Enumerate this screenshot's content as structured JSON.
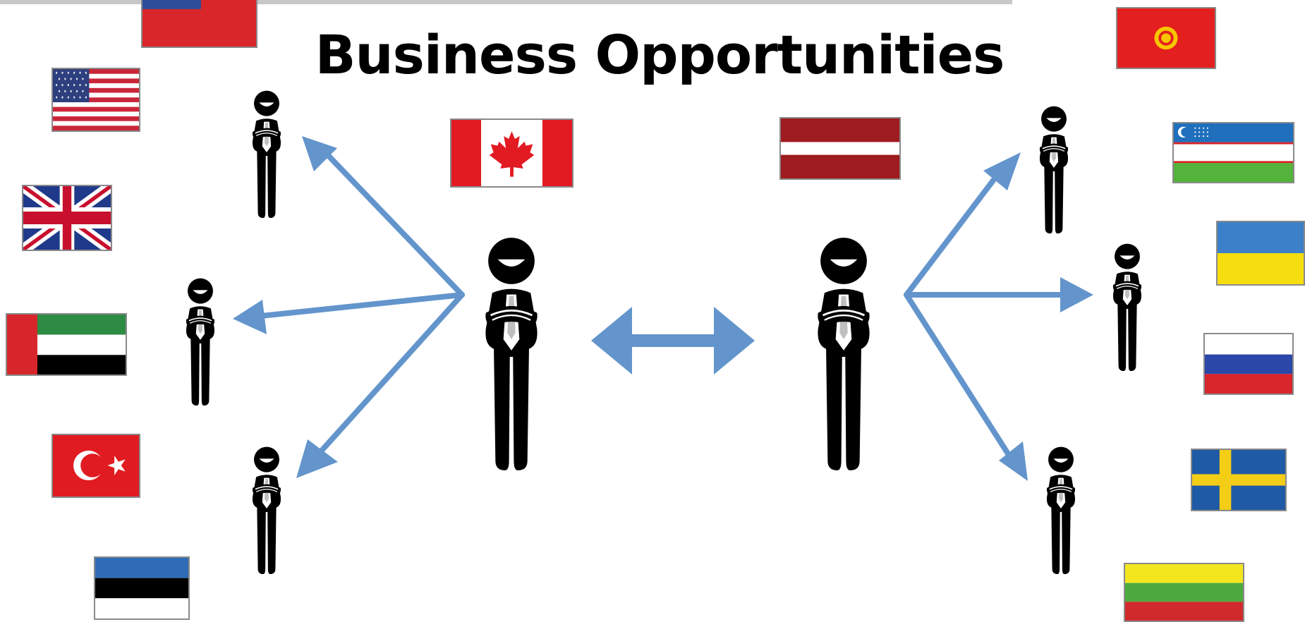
{
  "slide": {
    "title": "Business Opportunities"
  },
  "colors": {
    "arrow": "#6395cc",
    "figure": "#000000",
    "top_rule": "#c7c7c7"
  },
  "flags": [
    "united-states",
    "united-kingdom",
    "united-arab-emirates",
    "turkey",
    "estonia",
    "canada",
    "latvia",
    "kyrgyzstan",
    "uzbekistan",
    "ukraine",
    "russia",
    "sweden",
    "lithuania"
  ]
}
